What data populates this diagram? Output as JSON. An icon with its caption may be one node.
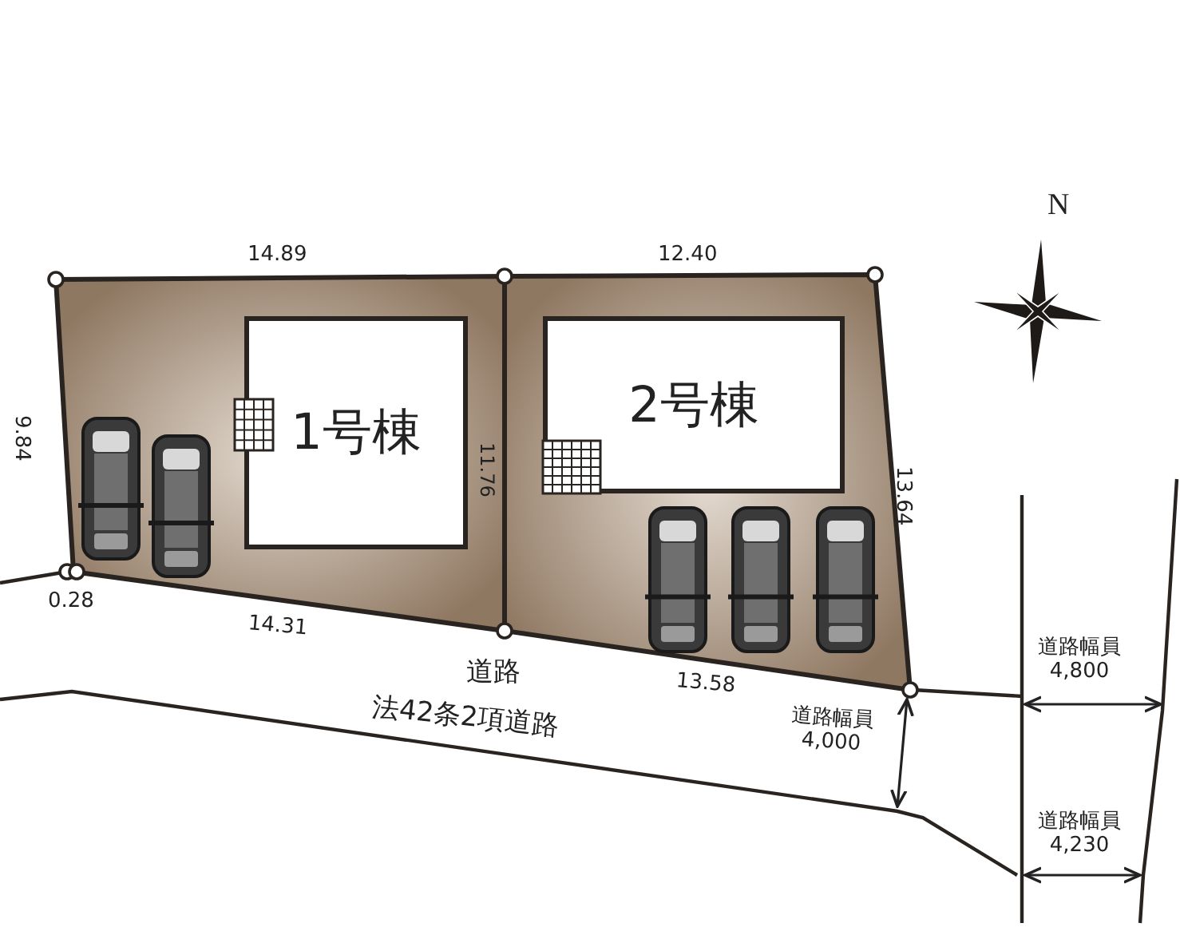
{
  "diagram": {
    "nodes": [
      {
        "text": [
          "1号棟"
        ]
      },
      {
        "text": [
          "2号棟"
        ]
      }
    ],
    "labels": [
      "N",
      "14.89",
      "12.40",
      "9.84",
      "11.76",
      "13.64",
      "0.28",
      "14.31",
      "13.58",
      "道路",
      "法42条2項道路",
      "道路幅員 4,000",
      "道路幅員 4,800",
      "道路幅員 4,230"
    ]
  }
}
